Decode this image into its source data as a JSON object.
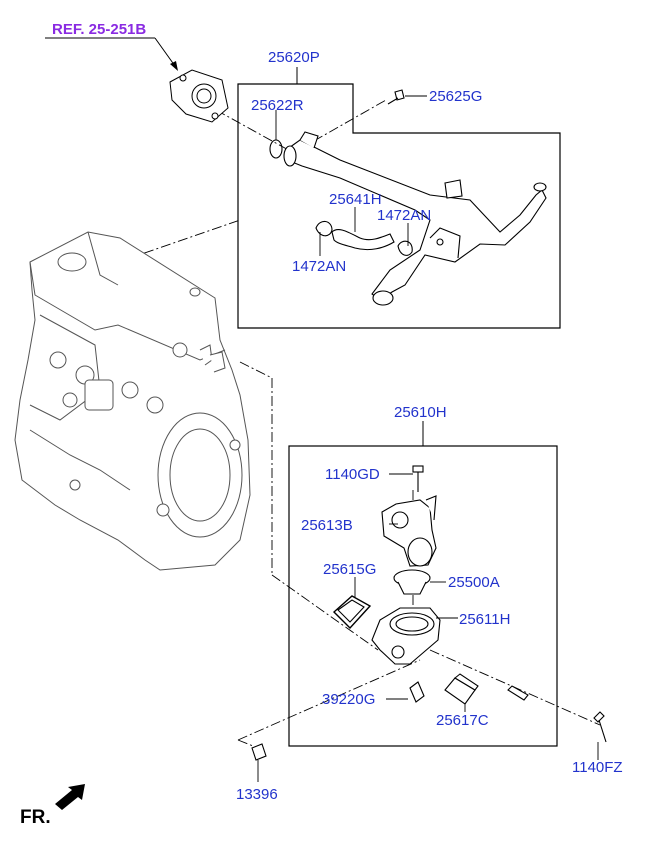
{
  "reference": {
    "label": "REF. 25-251B"
  },
  "groups": [
    {
      "id": "water-pipe-assy",
      "part_no": "25620P"
    },
    {
      "id": "thermostat-housing-assy",
      "part_no": "25610H"
    }
  ],
  "parts": {
    "p25622R": "25622R",
    "p25625G": "25625G",
    "p25641H": "25641H",
    "p1472AN_a": "1472AN",
    "p1472AN_b": "1472AN",
    "p1140GD": "1140GD",
    "p25613B": "25613B",
    "p25615G": "25615G",
    "p25500A": "25500A",
    "p25611H": "25611H",
    "p39220G": "39220G",
    "p25617C": "25617C",
    "p1140FZ": "1140FZ",
    "p13396": "13396"
  },
  "direction": {
    "label": "FR."
  },
  "colors": {
    "part_label": "#2233cc",
    "reference_label": "#8a2be2",
    "line": "#000000"
  }
}
